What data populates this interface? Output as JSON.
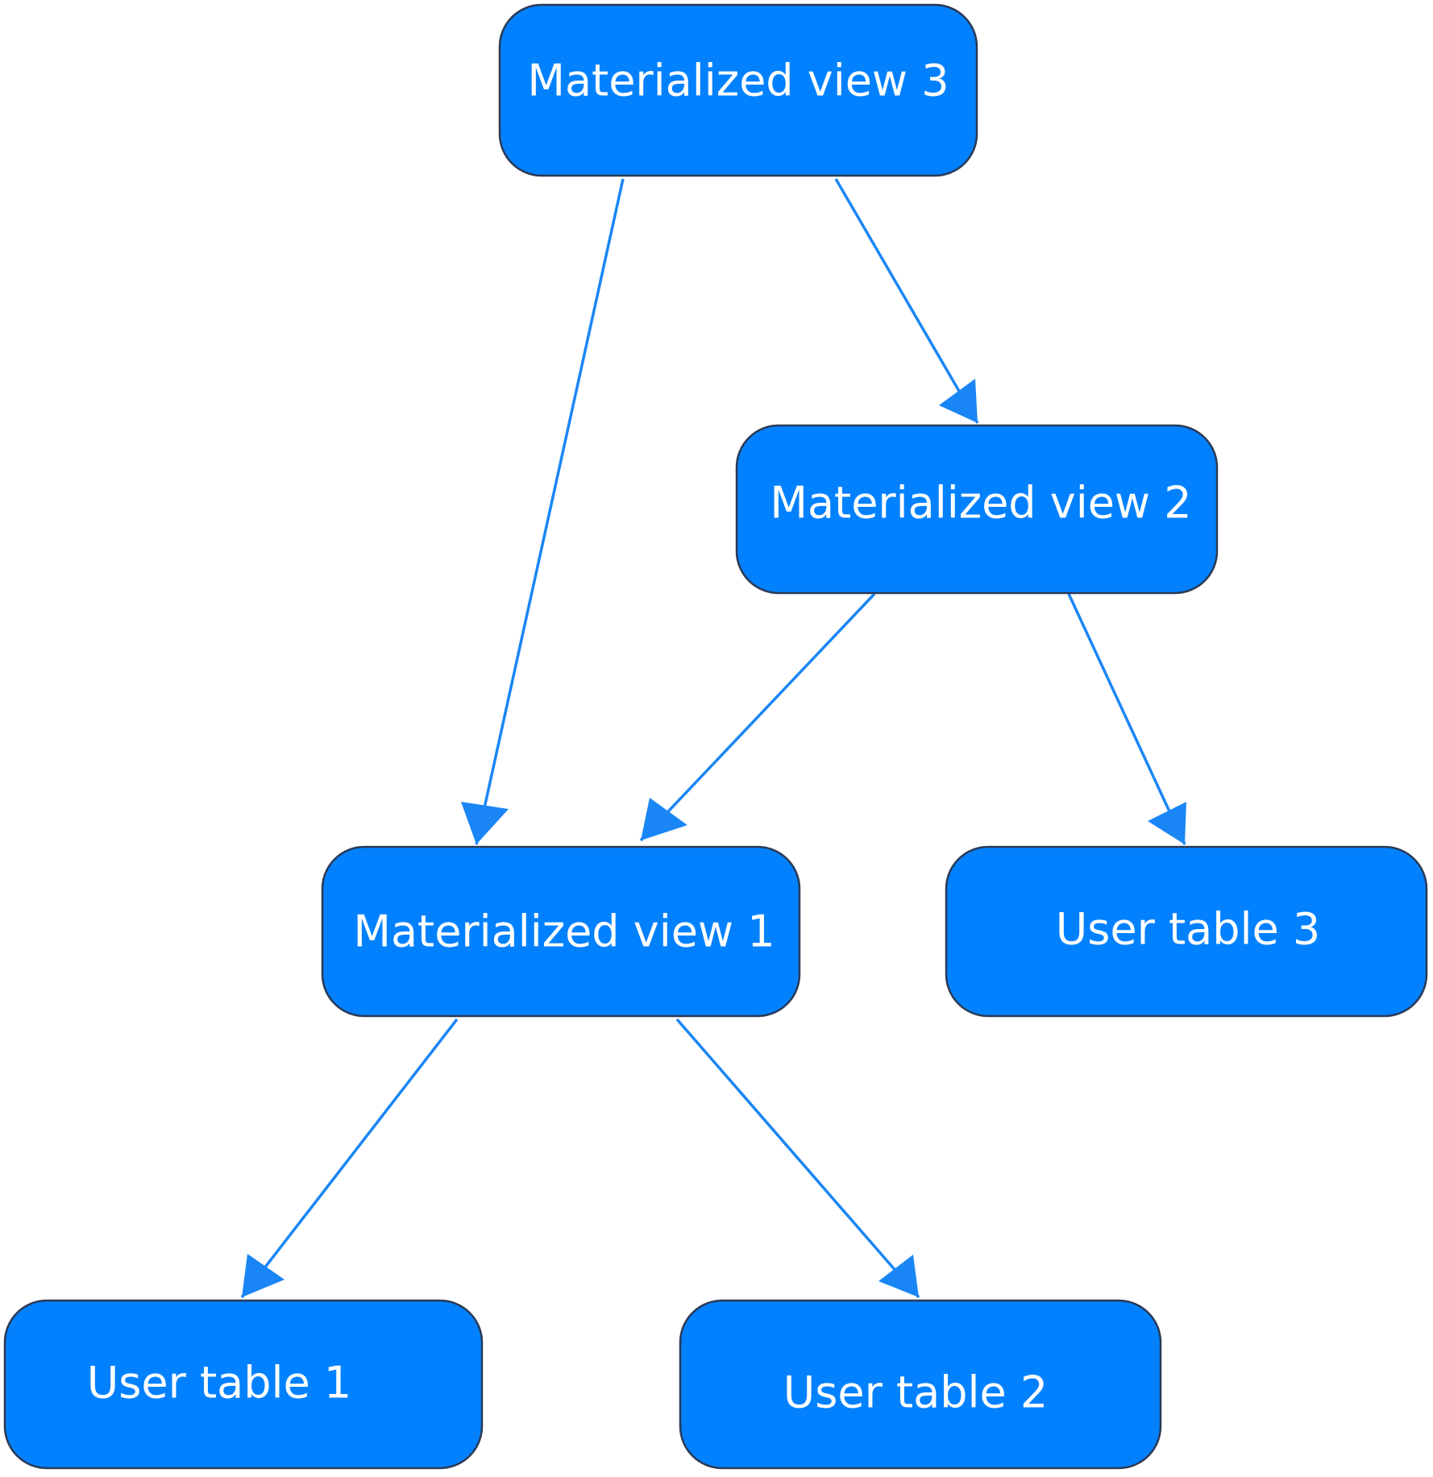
{
  "colors": {
    "node_fill": "#0281ff",
    "node_border": "#2a3a55",
    "edge": "#1a86f5",
    "text": "#ffffff"
  },
  "nodes": {
    "mv3": {
      "label": "Materialized view 3"
    },
    "mv2": {
      "label": "Materialized view 2"
    },
    "mv1": {
      "label": "Materialized view 1"
    },
    "ut3": {
      "label": "User table 3"
    },
    "ut1": {
      "label": "User table 1"
    },
    "ut2": {
      "label": "User table 2"
    }
  },
  "edges": [
    {
      "from": "mv3",
      "to": "mv1"
    },
    {
      "from": "mv3",
      "to": "mv2"
    },
    {
      "from": "mv2",
      "to": "mv1"
    },
    {
      "from": "mv2",
      "to": "ut3"
    },
    {
      "from": "mv1",
      "to": "ut1"
    },
    {
      "from": "mv1",
      "to": "ut2"
    }
  ]
}
